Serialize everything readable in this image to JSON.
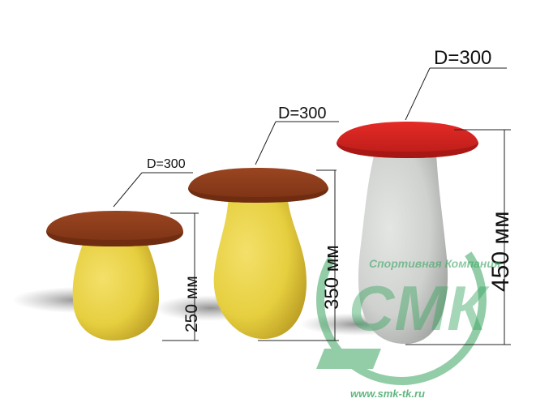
{
  "products": [
    {
      "diameter_label": "D=300",
      "height_label": "250 мм",
      "cap_color": "#8e3a18",
      "stem_color": "#e8d245"
    },
    {
      "diameter_label": "D=300",
      "height_label": "350 мм",
      "cap_color": "#8e3a18",
      "stem_color": "#e8d245"
    },
    {
      "diameter_label": "D=300",
      "height_label": "450 мм",
      "cap_color": "#d8221f",
      "stem_color": "#d3d5d3"
    }
  ],
  "watermark": {
    "company_text": "Спортивная Компания",
    "logo_text": "СМК",
    "url": "www.smk-tk.ru",
    "color": "#3aa561"
  }
}
